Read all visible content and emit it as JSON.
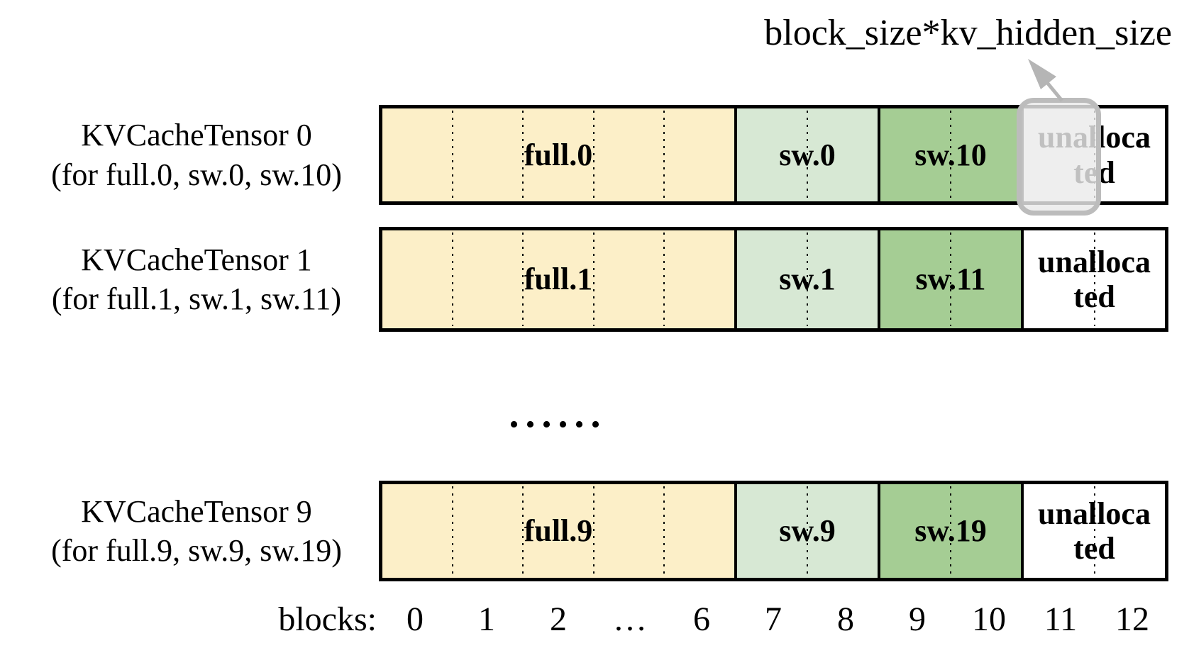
{
  "annotation": {
    "label": "block_size*kv_hidden_size"
  },
  "tensors": [
    {
      "name": "KVCacheTensor 0",
      "subtitle": "(for full.0, sw.0, sw.10)",
      "segments": [
        {
          "label": "full.0"
        },
        {
          "label": "sw.0"
        },
        {
          "label": "sw.10"
        },
        {
          "label": "unallocated"
        }
      ],
      "highlighted_block": "11"
    },
    {
      "name": "KVCacheTensor 1",
      "subtitle": "(for full.1, sw.1, sw.11)",
      "segments": [
        {
          "label": "full.1"
        },
        {
          "label": "sw.1"
        },
        {
          "label": "sw.11"
        },
        {
          "label": "unallocated"
        }
      ]
    },
    {
      "name": "KVCacheTensor 9",
      "subtitle": "(for full.9, sw.9, sw.19)",
      "segments": [
        {
          "label": "full.9"
        },
        {
          "label": "sw.9"
        },
        {
          "label": "sw.19"
        },
        {
          "label": "unallocated"
        }
      ]
    }
  ],
  "ellipsis": "......",
  "blocks_axis": {
    "label": "blocks:",
    "ticks": [
      "0",
      "1",
      "2",
      "…",
      "6",
      "7",
      "8",
      "9",
      "10",
      "11",
      "12"
    ]
  },
  "colors": {
    "full": "#fcefc8",
    "sw_a": "#d7e8d4",
    "sw_b": "#a5cd94",
    "unallocated": "#ffffff",
    "highlight_border": "#bcbcbc",
    "highlight_fill": "rgba(234,234,234,0.82)",
    "arrow": "#b5b5b5",
    "border": "#000000"
  }
}
